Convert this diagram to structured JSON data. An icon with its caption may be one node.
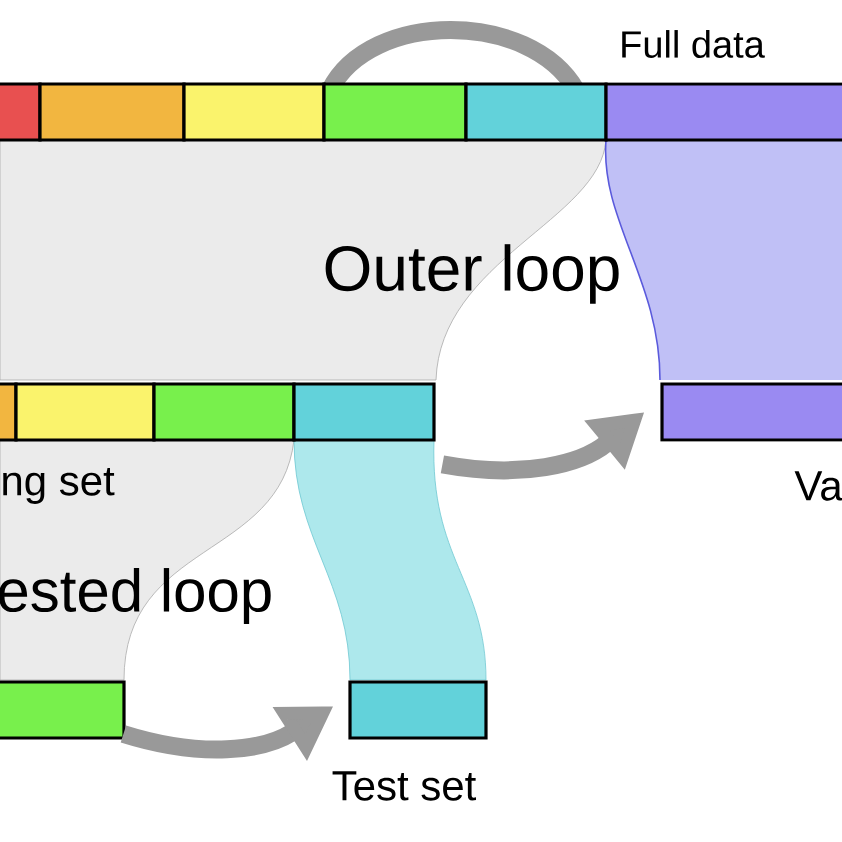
{
  "diagram": {
    "nodes": [
      {
        "text": [
          "Full data"
        ]
      },
      {
        "text": [
          "Outer loop"
        ]
      },
      {
        "text": [
          "ng set"
        ]
      },
      {
        "text": [
          "Va"
        ]
      },
      {
        "text": [
          "ested loop"
        ]
      },
      {
        "text": [],
        "shape": "bar"
      },
      {
        "text": [
          "Test set"
        ]
      }
    ],
    "edges": [
      {
        "from": 2,
        "to": 3,
        "arrow": "to"
      },
      {
        "from": 5,
        "to": 6,
        "arrow": "to"
      }
    ]
  }
}
